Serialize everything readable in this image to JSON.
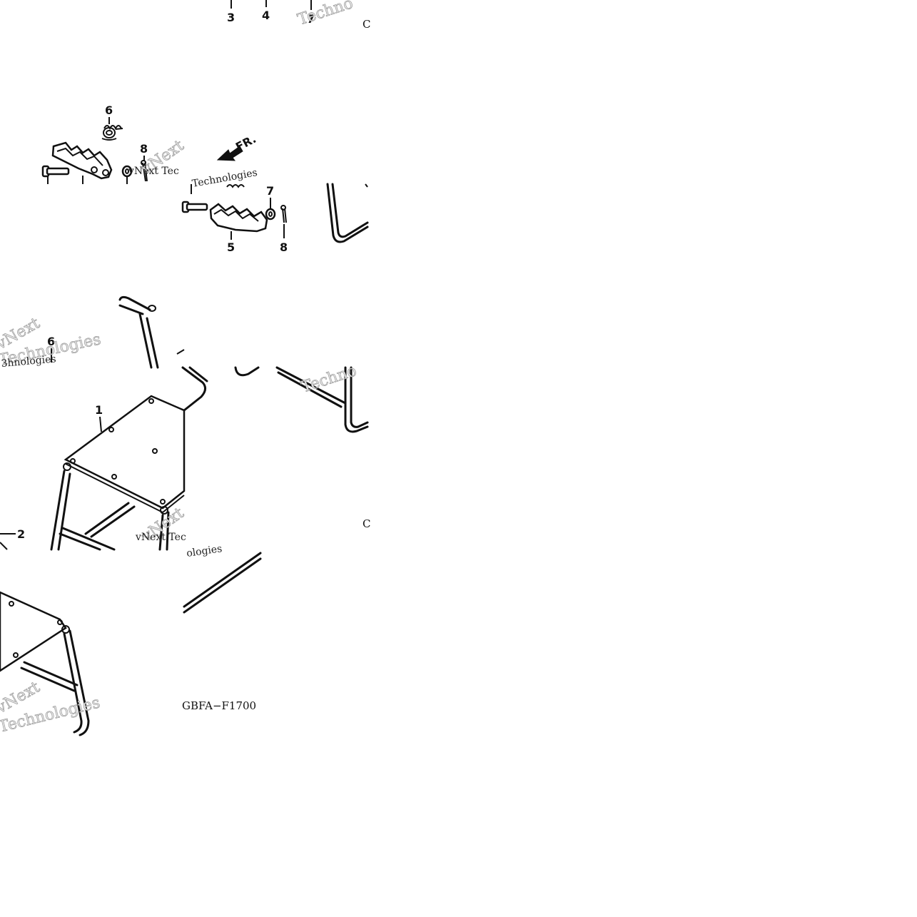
{
  "diagram": {
    "direction_label": "FR.",
    "diagram_code": "GBFA−F1700",
    "watermark_text": "vNext Technologies",
    "watermark_word_1": "Techno",
    "watermark_word_2": "vNext",
    "watermark_word_3": "Technologies",
    "watermark_small": "vNext Tec",
    "callouts": {
      "c1": "1",
      "c2": "2",
      "c3": "3",
      "c4": "4",
      "c5": "5",
      "c6a": "6",
      "c6b": "6",
      "c7a": "7",
      "c7b": "7",
      "c8a": "8",
      "c8b": "8"
    }
  }
}
